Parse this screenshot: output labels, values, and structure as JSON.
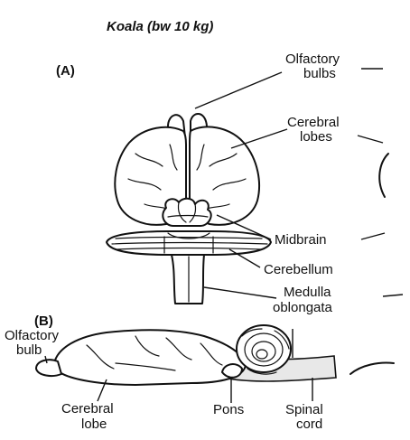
{
  "figure": {
    "title": "Koala (bw 10 kg)",
    "panel_a": "(A)",
    "panel_b": "(B)"
  },
  "labels_a": {
    "olfactory_bulbs_1": "Olfactory",
    "olfactory_bulbs_2": "bulbs",
    "cerebral_lobes_1": "Cerebral",
    "cerebral_lobes_2": "lobes",
    "midbrain": "Midbrain",
    "cerebellum": "Cerebellum",
    "medulla_1": "Medulla",
    "medulla_2": "oblongata"
  },
  "labels_b": {
    "olfactory_bulb_1": "Olfactory",
    "olfactory_bulb_2": "bulb",
    "cerebral_lobe_1": "Cerebral",
    "cerebral_lobe_2": "lobe",
    "pons": "Pons",
    "spinal_cord_1": "Spinal",
    "spinal_cord_2": "cord"
  }
}
